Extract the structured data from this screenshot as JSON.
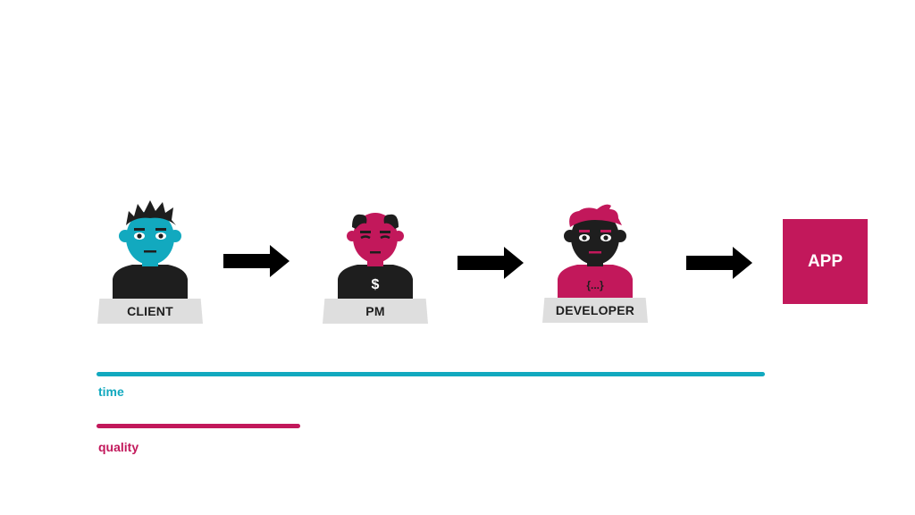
{
  "colors": {
    "teal": "#12a9bf",
    "magenta": "#c2185b",
    "dark": "#1e1e1e",
    "plate": "#dedede"
  },
  "roles": [
    {
      "label": "CLIENT",
      "shirt_symbol": ""
    },
    {
      "label": "PM",
      "shirt_symbol": "$"
    },
    {
      "label": "DEVELOPER",
      "shirt_symbol": "{...}"
    }
  ],
  "output": {
    "label": "APP"
  },
  "metrics": [
    {
      "label": "time",
      "color": "#12a9bf"
    },
    {
      "label": "quality",
      "color": "#c2185b"
    }
  ]
}
